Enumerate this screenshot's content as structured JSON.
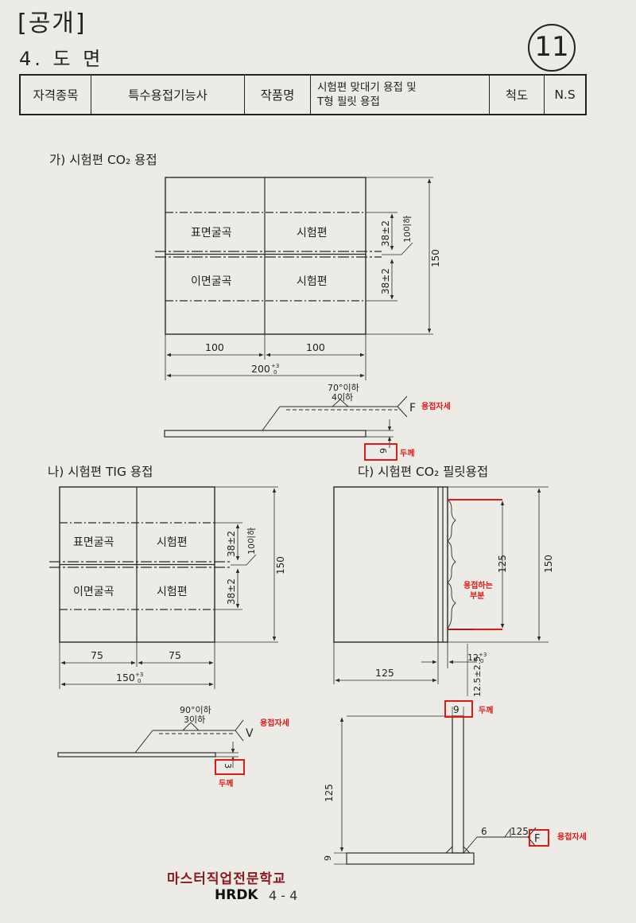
{
  "header": {
    "status": "[공개]",
    "section": "4. 도 면",
    "page_number": "11"
  },
  "info_table": {
    "qual_label": "자격종목",
    "qual_value": "특수용접기능사",
    "work_label": "작품명",
    "work_value_line1": "시험편 맞대기 용접 및",
    "work_value_line2": "T형 필릿 용접",
    "scale_label": "척도",
    "scale_value": "N.S"
  },
  "drawing_a": {
    "caption": "가) 시험편 CO₂ 용접",
    "surface_bend": "표면굴곡",
    "root_bend": "이면굴곡",
    "specimen": "시험편",
    "dim_38_top": "38±2",
    "dim_38_bottom": "38±2",
    "dim_10": "10이하",
    "dim_150": "150",
    "dim_100_left": "100",
    "dim_100_right": "100",
    "dim_200": "200",
    "dim_200_tol": "+3",
    "dim_200_tol2": "0",
    "angle": "70°이하",
    "gap": "4이하",
    "position": "F",
    "position_note": "용접자세",
    "thickness": "6",
    "thickness_note": "두께"
  },
  "drawing_b": {
    "caption": "나) 시험편 TIG 용접",
    "surface_bend": "표면굴곡",
    "root_bend": "이면굴곡",
    "specimen": "시험편",
    "dim_38_top": "38±2",
    "dim_38_bottom": "38±2",
    "dim_10": "10이하",
    "dim_150": "150",
    "dim_75_left": "75",
    "dim_75_right": "75",
    "dim_150_total": "150",
    "dim_150_tol": "+3",
    "dim_150_tol2": "0",
    "angle": "90°이하",
    "gap": "3이하",
    "position": "V",
    "position_note": "용접자세",
    "thickness": "3",
    "thickness_note": "두께"
  },
  "drawing_c": {
    "caption": "다) 시험편 CO₂ 필릿용접",
    "dim_125_height": "125",
    "dim_150": "150",
    "weld_note_1": "용접하는",
    "weld_note_2": "부분",
    "dim_12": "12",
    "dim_12_tol": "+3",
    "dim_12_tol2": "0",
    "dim_125_width": "125",
    "dim_12_5": "12.5±2.5",
    "thickness_top": "9",
    "thickness_note": "두께",
    "dim_125_vert": "125",
    "thickness_bottom": "9",
    "fillet_size": "6",
    "fillet_length": "125",
    "position": "F",
    "position_note": "용접자세"
  },
  "footer": {
    "school": "마스터직업전문학교",
    "brand": "HRDK",
    "page": "4 - 4"
  },
  "colors": {
    "ink": "#2a2a2a",
    "annotation": "#e01818",
    "school": "#8a1a22"
  }
}
